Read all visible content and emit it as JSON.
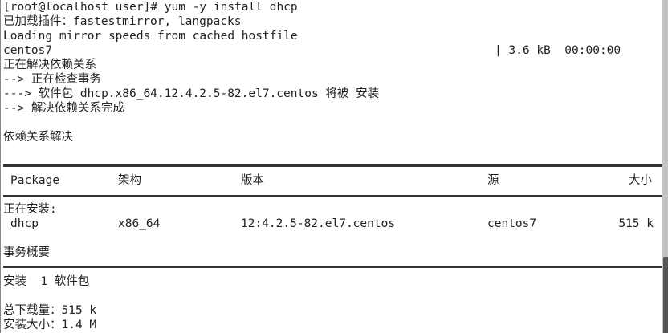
{
  "lines": {
    "l0": "[root@localhost user]# yum -y install dhcp",
    "l1": "已加载插件：fastestmirror, langpacks",
    "l2": "Loading mirror speeds from cached hostfile",
    "l3": "centos7",
    "l3r": "| 3.6 kB  00:00:00",
    "l4": "正在解决依赖关系",
    "l5": "--> 正在检查事务",
    "l6": "---> 软件包 dhcp.x86_64.12.4.2.5-82.el7.centos 将被 安装",
    "l7": "--> 解决依赖关系完成",
    "l9": "依赖关系解决"
  },
  "table": {
    "headers": [
      "Package",
      "架构",
      "版本",
      "源",
      "大小"
    ],
    "section": "正在安装:",
    "rows": [
      [
        "dhcp",
        "x86_64",
        "12:4.2.5-82.el7.centos",
        "centos7",
        "515 k"
      ]
    ]
  },
  "summary": {
    "title": "事务概要",
    "install": "安装  1 软件包",
    "download": "总下载量：515 k",
    "size": "安装大小：1.4 M"
  }
}
